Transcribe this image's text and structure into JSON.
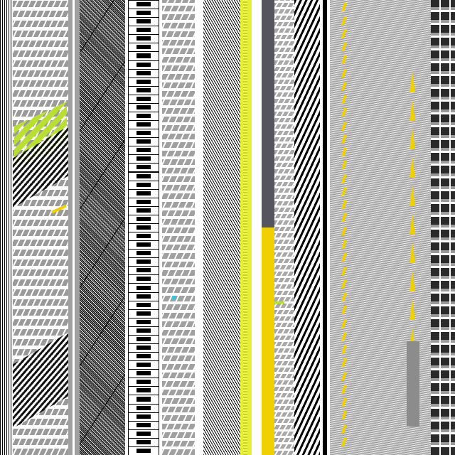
{
  "colors": {
    "black": "#000000",
    "white": "#ffffff",
    "gray": "#a0a0a0",
    "dark_gray": "#555560",
    "yellow": "#f0d000",
    "lime": "#b8e030",
    "pale_yellow": "#e4f030",
    "cyan": "#40c0e0"
  },
  "meter": {
    "level": 0.5
  },
  "piano": {
    "key_count": 53
  },
  "dashes": {
    "count": 34
  },
  "wedges": {
    "count": 12
  }
}
